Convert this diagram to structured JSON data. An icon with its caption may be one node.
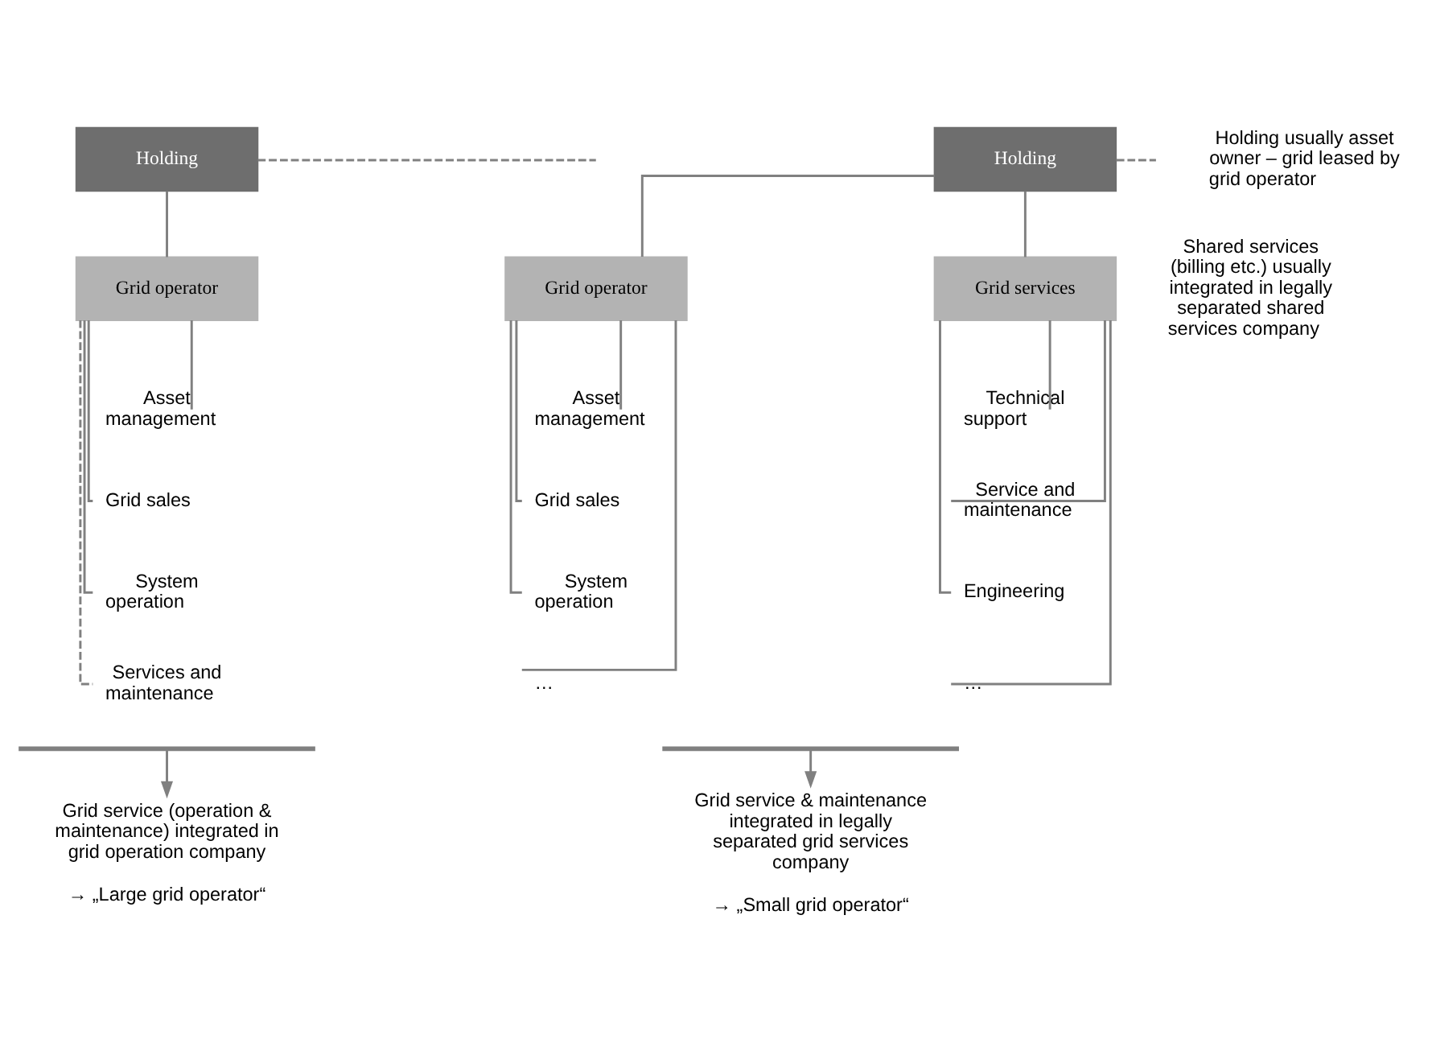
{
  "diagram": {
    "nodes": [
      {
        "text": [
          "Holding"
        ]
      },
      {
        "text": [
          "Holding"
        ]
      },
      {
        "text": [
          "Grid operator"
        ]
      },
      {
        "text": [
          "Asset management"
        ]
      },
      {
        "text": [
          "Grid sales"
        ]
      },
      {
        "text": [
          "System operation"
        ]
      },
      {
        "text": [
          "Services and maintenance"
        ]
      },
      {
        "text": [
          "Grid operator"
        ]
      },
      {
        "text": [
          "Asset management"
        ]
      },
      {
        "text": [
          "Grid sales"
        ]
      },
      {
        "text": [
          "System operation"
        ]
      },
      {
        "text": [
          "…"
        ]
      },
      {
        "text": [
          "Grid services"
        ]
      },
      {
        "text": [
          "Technical support"
        ]
      },
      {
        "text": [
          "Service and maintenance"
        ]
      },
      {
        "text": [
          "Engineering"
        ]
      },
      {
        "text": [
          "…"
        ]
      },
      {
        "text": [],
        "shape": "bar"
      },
      {
        "text": [
          "Grid service (operation & maintenance) integrated in grid operation company",
          "→ „Large grid operator“"
        ]
      },
      {
        "text": [],
        "shape": "bar"
      },
      {
        "text": [
          "Grid service & maintenance integrated in legally separated grid services company",
          "→ „Small grid operator“"
        ]
      }
    ],
    "edges": [
      {
        "from": 0,
        "to": 2,
        "arrow": "none"
      },
      {
        "from": 0,
        "to": null,
        "arrow": "none",
        "style": "dashed"
      },
      {
        "from": 2,
        "to": 3,
        "arrow": "none"
      },
      {
        "from": 2,
        "to": 4,
        "arrow": "none"
      },
      {
        "from": 2,
        "to": 5,
        "arrow": "none"
      },
      {
        "from": 2,
        "to": 6,
        "arrow": "none",
        "style": "dashed"
      },
      {
        "from": 1,
        "to": 7,
        "arrow": "none"
      },
      {
        "from": 1,
        "to": 12,
        "arrow": "none"
      },
      {
        "from": 1,
        "to": null,
        "arrow": "none",
        "style": "dashed"
      },
      {
        "from": 7,
        "to": 8,
        "arrow": "none"
      },
      {
        "from": 7,
        "to": 9,
        "arrow": "none"
      },
      {
        "from": 7,
        "to": 10,
        "arrow": "none"
      },
      {
        "from": 7,
        "to": 11,
        "arrow": "none"
      },
      {
        "from": 12,
        "to": 13,
        "arrow": "none"
      },
      {
        "from": 12,
        "to": 14,
        "arrow": "none"
      },
      {
        "from": 12,
        "to": 15,
        "arrow": "none"
      },
      {
        "from": 12,
        "to": 16,
        "arrow": "none"
      },
      {
        "from": 17,
        "to": 18,
        "arrow": "to"
      },
      {
        "from": 19,
        "to": 20,
        "arrow": "to"
      }
    ],
    "labels": [
      "Holding usually asset owner – grid leased by grid operator",
      "Shared services (billing etc.) usually integrated in legally separated shared services company"
    ]
  }
}
